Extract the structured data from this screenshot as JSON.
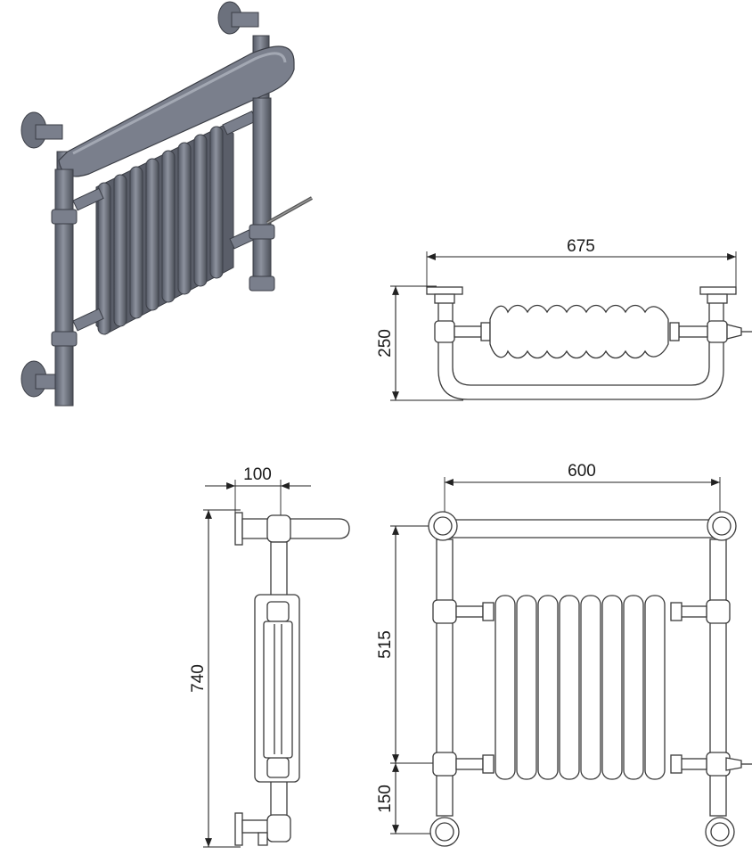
{
  "dimensions": {
    "top_width": "675",
    "top_depth": "250",
    "side_projection": "100",
    "side_height": "740",
    "front_width": "600",
    "front_centres": "515",
    "front_bottom": "150"
  },
  "colors": {
    "iso_fill": "#7a7f8c",
    "iso_shade": "#5a5e69",
    "iso_highlight": "#a3a8b3",
    "line": "#3a3a3a"
  }
}
